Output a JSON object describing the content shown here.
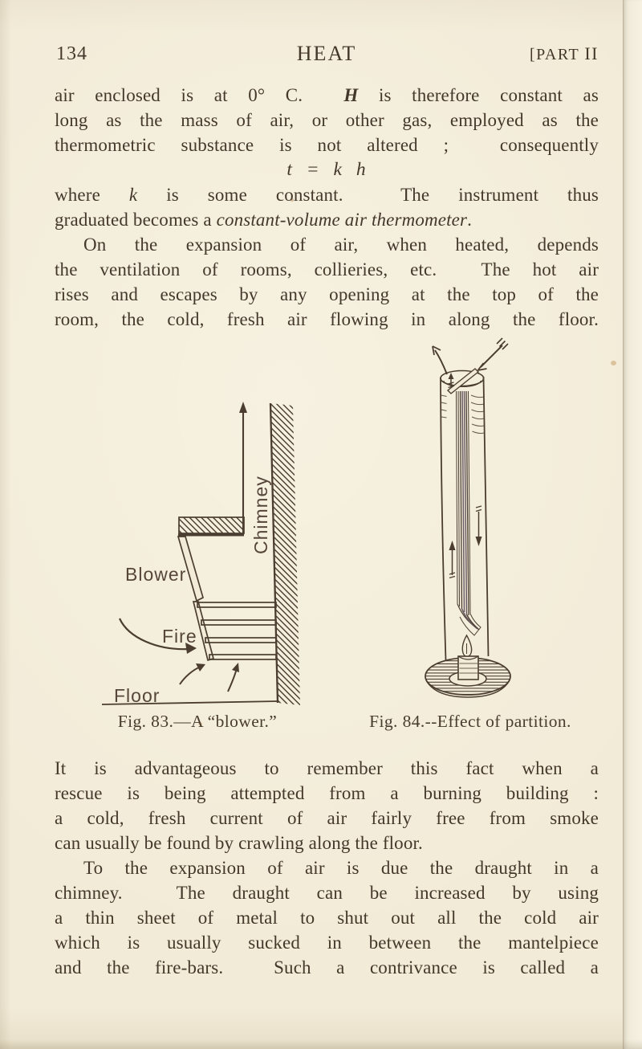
{
  "header": {
    "page_number": "134",
    "title": "HEAT",
    "part_prefix": "[PART",
    "part_numeral": "II"
  },
  "equation": "t = k h",
  "body": {
    "blocks": [
      {
        "lines": [
          {
            "seg": [
              {
                "t": "air enclosed is at 0° C.  "
              },
              {
                "t": "H",
                "s": "bi"
              },
              {
                "t": " is therefore constant as"
              }
            ]
          },
          {
            "seg": [
              {
                "t": "long as the mass of air, or other gas, employed as the"
              }
            ]
          },
          {
            "seg": [
              {
                "t": "thermometric substance is not altered ;  consequently"
              }
            ]
          }
        ]
      },
      {
        "lines": [
          {
            "seg": [
              {
                "t": "where "
              },
              {
                "t": "k",
                "s": "i"
              },
              {
                "t": " is some constant.  The instrument thus"
              }
            ]
          },
          {
            "just": false,
            "seg": [
              {
                "t": "graduated becomes a "
              },
              {
                "t": "constant-volume air thermometer",
                "s": "i"
              },
              {
                "t": "."
              }
            ]
          },
          {
            "indent": true,
            "seg": [
              {
                "t": "On the expansion of air, when heated, depends"
              }
            ]
          },
          {
            "seg": [
              {
                "t": "the ventilation of rooms, collieries, etc.  The hot air"
              }
            ]
          },
          {
            "seg": [
              {
                "t": "rises and escapes by any opening at the top of the"
              }
            ]
          },
          {
            "seg": [
              {
                "t": "room, the cold, fresh air flowing in along the floor."
              }
            ]
          }
        ]
      },
      {
        "lines": [
          {
            "seg": [
              {
                "t": "It is advantageous to remember this fact when a"
              }
            ]
          },
          {
            "seg": [
              {
                "t": "rescue is being attempted from a burning building :"
              }
            ]
          },
          {
            "seg": [
              {
                "t": "a cold, fresh current of air fairly free from smoke"
              }
            ]
          },
          {
            "just": false,
            "seg": [
              {
                "t": "can usually be found by crawling along the floor."
              }
            ]
          },
          {
            "indent": true,
            "seg": [
              {
                "t": "To the expansion of air is due the draught in a"
              }
            ]
          },
          {
            "seg": [
              {
                "t": "chimney.  The draught can be increased by using"
              }
            ]
          },
          {
            "seg": [
              {
                "t": "a thin sheet of metal to shut out all the cold air"
              }
            ]
          },
          {
            "seg": [
              {
                "t": "which is usually sucked in between the mantelpiece"
              }
            ]
          },
          {
            "seg": [
              {
                "t": "and the fire-bars.  Such a contrivance is called a"
              }
            ]
          }
        ]
      }
    ]
  },
  "figures": {
    "fig83": {
      "caption": "Fig. 83.—A “blower.”",
      "labels": {
        "blower": "Blower",
        "chimney": "Chimney",
        "fire": "Fire",
        "floor": "Floor"
      }
    },
    "fig84": {
      "caption": "Fig. 84.--Effect of partition."
    }
  },
  "colors": {
    "paper": "#f2ebd8",
    "ink": "#44382b",
    "figure_line": "#4b3e30"
  }
}
